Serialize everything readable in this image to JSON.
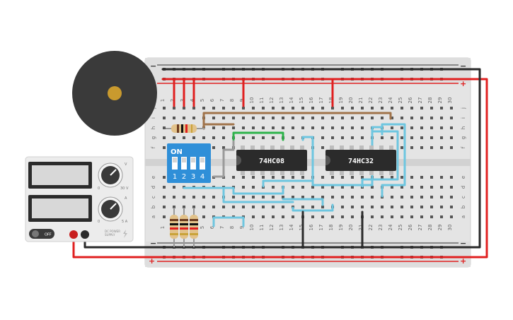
{
  "breadboard": {
    "column_numbers": [
      "1",
      "2",
      "3",
      "4",
      "5",
      "6",
      "7",
      "8",
      "9",
      "10",
      "11",
      "12",
      "13",
      "14",
      "15",
      "16",
      "17",
      "18",
      "19",
      "20",
      "21",
      "22",
      "23",
      "24",
      "25",
      "26",
      "27",
      "28",
      "29",
      "30"
    ],
    "row_letters_top": [
      "j",
      "i",
      "h",
      "g",
      "f"
    ],
    "row_letters_bottom": [
      "e",
      "d",
      "c",
      "b",
      "a"
    ],
    "rail_minus": "−",
    "rail_plus": "+"
  },
  "chips": [
    {
      "label": "74HC08"
    },
    {
      "label": "74HC32"
    }
  ],
  "dip_switch": {
    "on_label": "ON",
    "switch_numbers": [
      "1",
      "2",
      "3",
      "4"
    ]
  },
  "power_supply": {
    "voltage_knob_label": "V",
    "current_knob_label": "A",
    "knob_min": "0",
    "voltage_max": "30 V",
    "current_max": "5 A",
    "off_button_label": "OFF",
    "brand_line1": "DC POWER",
    "brand_line2": "SUPPLY"
  },
  "colors": {
    "wire_red": "#e02020",
    "wire_black": "#2a2a2a",
    "wire_brown": "#a0734a",
    "wire_green": "#2db34a",
    "wire_cyan": "#6ec6e0",
    "dip_blue": "#2f8fd8",
    "chip_black": "#2b2b2b",
    "buzzer": "#3a3a3a",
    "buzzer_center": "#c99a2e"
  }
}
